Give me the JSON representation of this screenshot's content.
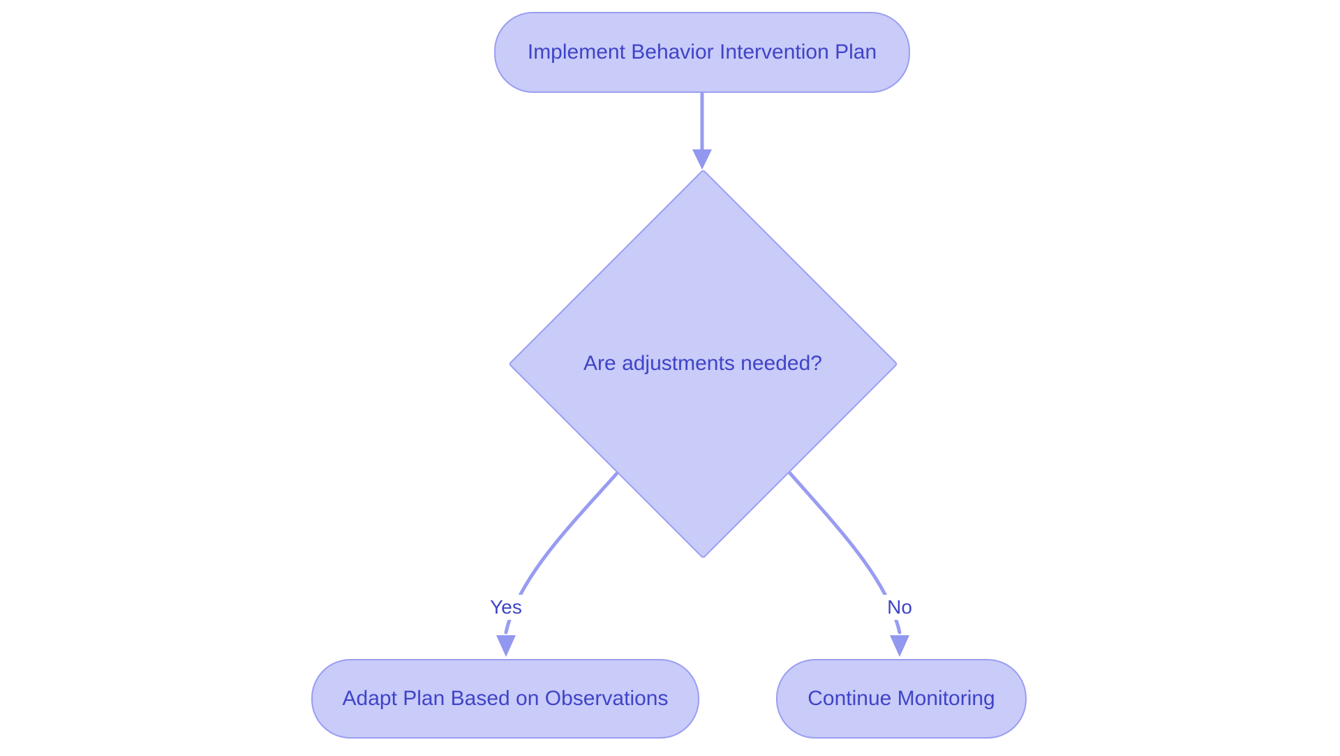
{
  "diagram": {
    "type": "flowchart",
    "nodes": [
      {
        "id": "start",
        "shape": "rounded-rect",
        "label": "Implement Behavior Intervention Plan"
      },
      {
        "id": "decision",
        "shape": "diamond",
        "label": "Are adjustments needed?"
      },
      {
        "id": "adapt",
        "shape": "rounded-rect",
        "label": "Adapt Plan Based on Observations"
      },
      {
        "id": "continue",
        "shape": "rounded-rect",
        "label": "Continue Monitoring"
      }
    ],
    "edges": [
      {
        "from": "start",
        "to": "decision",
        "label": ""
      },
      {
        "from": "decision",
        "to": "adapt",
        "label": "Yes"
      },
      {
        "from": "decision",
        "to": "continue",
        "label": "No"
      }
    ],
    "colors": {
      "background": "#ffffff",
      "node_fill": "#c9cbf9",
      "node_border": "#9a9ef0",
      "node_text": "#3e44c6",
      "edge_stroke": "#989cf1",
      "arrowhead_fill": "#9297ef",
      "edge_label_text": "#3e44c6"
    }
  }
}
